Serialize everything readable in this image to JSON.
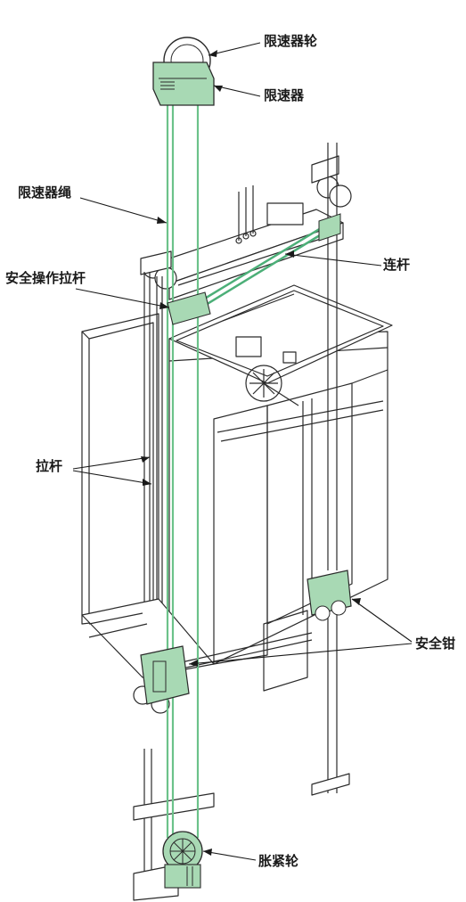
{
  "labels": {
    "governor_wheel": "限速器轮",
    "governor": "限速器",
    "governor_rope": "限速器绳",
    "linkage": "连杆",
    "safety_lever": "安全操作拉杆",
    "pull_rod": "拉杆",
    "safety_gear": "安全钳",
    "tension_wheel": "胀紧轮"
  },
  "colors": {
    "line": "#2b2b2b",
    "highlight": "#4caf78",
    "highlight_fill": "#a8d9b4",
    "highlight_rope": "#6cc28a"
  }
}
